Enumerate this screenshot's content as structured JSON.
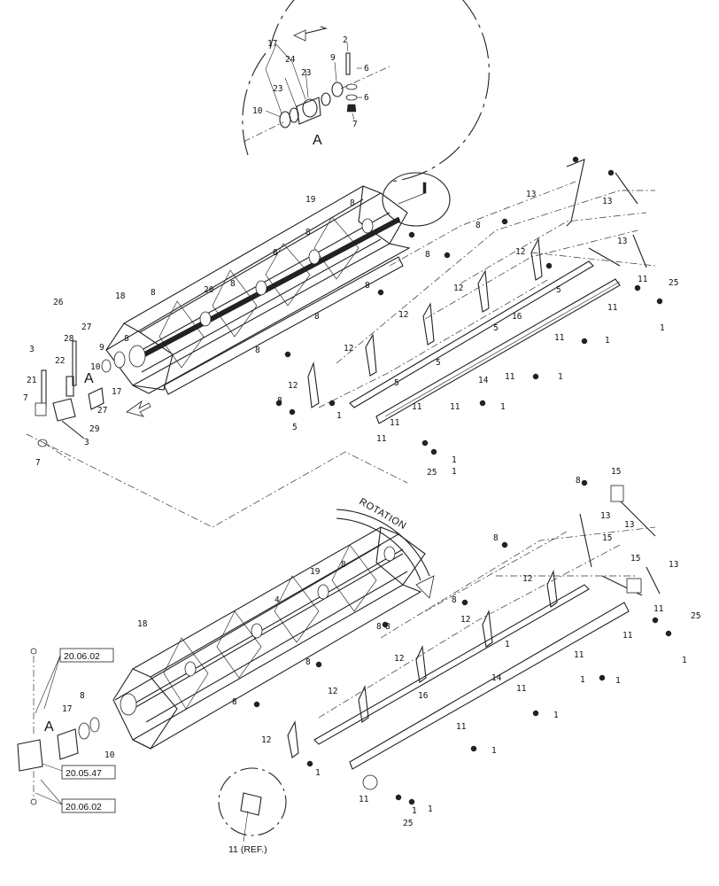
{
  "detail": {
    "letter": "A",
    "callouts": [
      "17",
      "24",
      "23",
      "23",
      "2",
      "9",
      "6",
      "6",
      "7",
      "10"
    ]
  },
  "upper_assembly": {
    "view_letter": "A",
    "callouts": [
      "19",
      "8",
      "8",
      "8",
      "20",
      "8",
      "18",
      "8",
      "8",
      "26",
      "27",
      "28",
      "22",
      "3",
      "9",
      "10",
      "17",
      "21",
      "7",
      "27",
      "29",
      "3",
      "7",
      "13",
      "13",
      "13",
      "8",
      "8",
      "8",
      "8",
      "8",
      "8",
      "12",
      "12",
      "12",
      "12",
      "12",
      "5",
      "16",
      "5",
      "5",
      "5",
      "5",
      "14",
      "11",
      "11",
      "11",
      "11",
      "11",
      "11",
      "11",
      "11",
      "1",
      "1",
      "1",
      "1",
      "1",
      "1",
      "25",
      "25",
      "1"
    ]
  },
  "lower_assembly": {
    "view_letter": "A",
    "rotation_label": "ROTATION",
    "callouts": [
      "19",
      "8",
      "4",
      "18",
      "8",
      "17",
      "10",
      "8",
      "15",
      "15",
      "15",
      "13",
      "13",
      "13",
      "8",
      "8",
      "8",
      "8",
      "8",
      "8",
      "12",
      "12",
      "12",
      "12",
      "12",
      "16",
      "14",
      "11",
      "11",
      "11",
      "11",
      "11",
      "11",
      "1",
      "1",
      "1",
      "1",
      "1",
      "1",
      "1",
      "25",
      "25",
      "1",
      "1"
    ],
    "ref_label": "11 (REF.)"
  },
  "section_refs": [
    "20.06.02",
    "20.05.47",
    "20.06.02"
  ]
}
